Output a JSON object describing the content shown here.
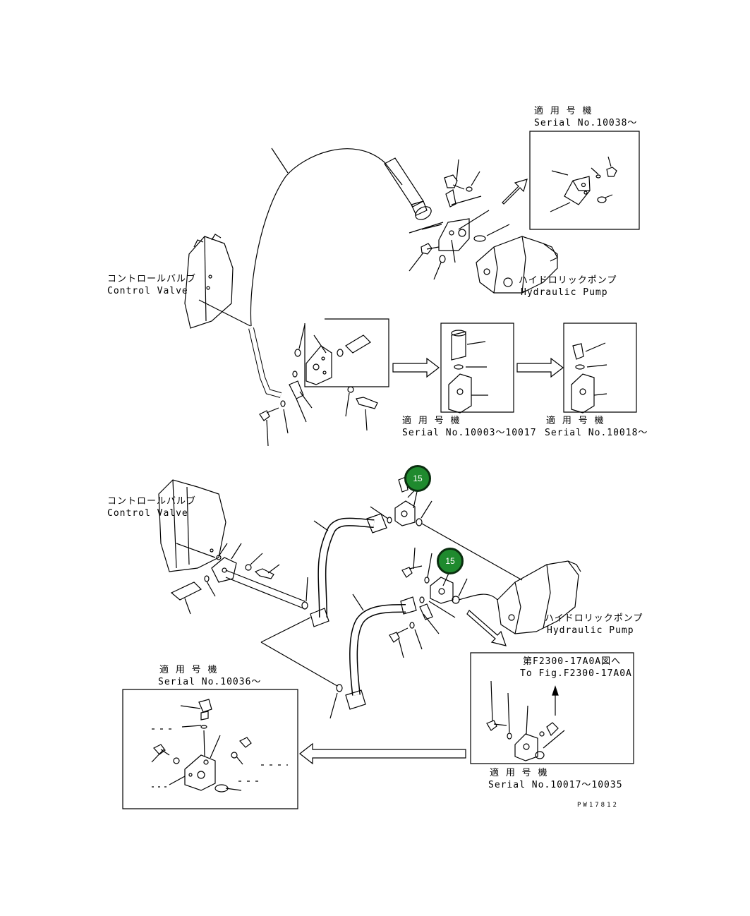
{
  "labels": {
    "serial_top_jp": "適 用 号 機",
    "serial_top": "Serial No.10038～",
    "control_valve_jp_1": "コントロールバルブ",
    "control_valve_en_1": "Control Valve",
    "hydraulic_pump_jp_1": "ハイドロリックポンプ",
    "hydraulic_pump_en_1": "Hydraulic Pump",
    "serial_mid1_jp": "適 用 号 機",
    "serial_mid1": "Serial No.10003～10017",
    "serial_mid2_jp": "適 用 号 機",
    "serial_mid2": "Serial No.10018～",
    "control_valve_jp_2": "コントロールバルブ",
    "control_valve_en_2": "Control Valve",
    "hydraulic_pump_jp_2": "ハイドロリックポンプ",
    "hydraulic_pump_en_2": "Hydraulic Pump",
    "fig_ref_jp": "第F2300-17A0A図へ",
    "fig_ref_en": "To Fig.F2300-17A0A",
    "serial_left_jp": "適 用 号 機",
    "serial_left": "Serial No.10036～",
    "serial_right_jp": "適 用 号 機",
    "serial_right": "Serial No.10017～10035",
    "drawing_code": "PW17812"
  },
  "callouts": [
    {
      "number": "15"
    },
    {
      "number": "15"
    }
  ]
}
